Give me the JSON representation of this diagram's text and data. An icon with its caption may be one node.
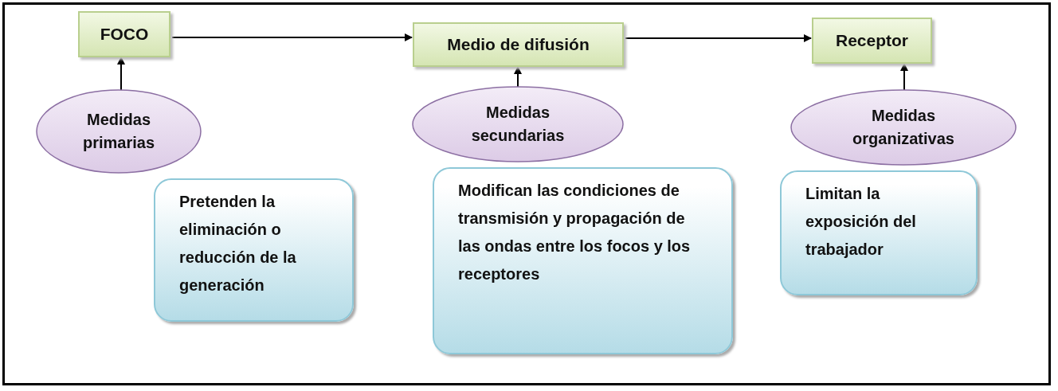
{
  "diagram": {
    "nodes": [
      {
        "text": [
          "FOCO"
        ]
      },
      {
        "text": [
          "Medio de difusión"
        ]
      },
      {
        "text": [
          "Receptor"
        ]
      },
      {
        "text": [
          "Medidas primarias"
        ]
      },
      {
        "text": [
          "Pretenden la eliminación o reducción de la generación"
        ]
      },
      {
        "text": [
          "Medidas secundarias"
        ]
      },
      {
        "text": [
          "Modifican las condiciones de transmisión y propagación de las ondas entre los focos y los receptores"
        ]
      },
      {
        "text": [
          "Medidas organizativas"
        ]
      },
      {
        "text": [
          "Limitan la exposición del trabajador"
        ]
      }
    ],
    "edges": [
      {
        "from": 0,
        "to": 1,
        "arrow": "to"
      },
      {
        "from": 1,
        "to": 2,
        "arrow": "to"
      },
      {
        "from": 3,
        "to": 0,
        "arrow": "to"
      },
      {
        "from": 5,
        "to": 1,
        "arrow": "to"
      },
      {
        "from": 7,
        "to": 2,
        "arrow": "to"
      }
    ]
  }
}
